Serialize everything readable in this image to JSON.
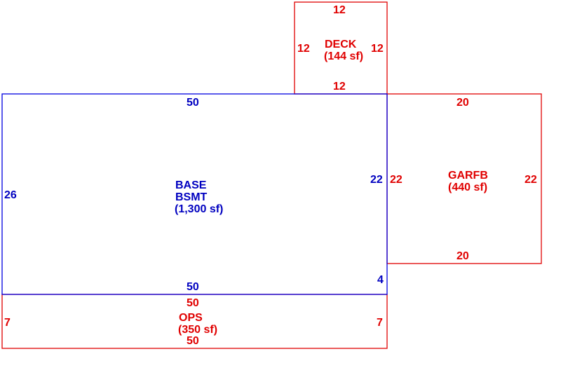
{
  "colors": {
    "base": "#0000c0",
    "addition": "#e00000"
  },
  "areas": {
    "base": {
      "name_line1": "BASE",
      "name_line2": "BSMT",
      "area": "(1,300 sf)",
      "dims": {
        "top": "50",
        "left": "26",
        "right_upper": "22",
        "right_lower": "4",
        "bottom": "50"
      }
    },
    "deck": {
      "name": "DECK",
      "area": "(144 sf)",
      "dims": {
        "top": "12",
        "left": "12",
        "right": "12",
        "bottom": "12"
      }
    },
    "garfb": {
      "name": "GARFB",
      "area": "(440 sf)",
      "dims": {
        "top": "20",
        "left": "22",
        "right": "22",
        "bottom": "20"
      }
    },
    "ops": {
      "name": "OPS",
      "area": "(350 sf)",
      "dims": {
        "top": "50",
        "left": "7",
        "right": "7",
        "bottom": "50"
      }
    }
  }
}
